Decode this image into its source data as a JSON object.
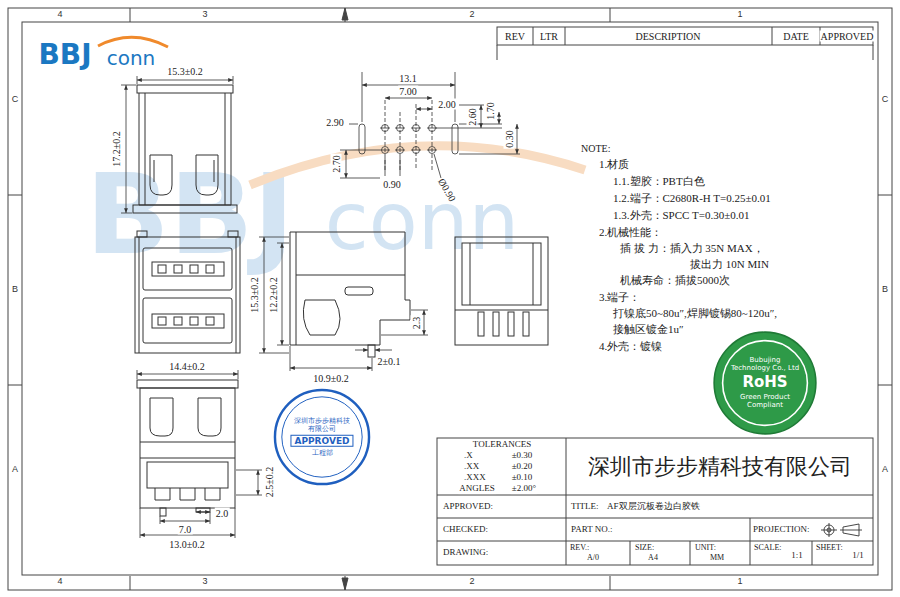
{
  "diagram": {
    "nodes": [
      {
        "text": [
          "深圳市步步精科技有限公司",
          "APPROVED",
          "工程部"
        ]
      },
      {
        "text": [
          "Bubujing Technology Co., Ltd",
          "RoHS",
          "Green Product Compliant"
        ]
      }
    ],
    "labels": [
      "4",
      "3",
      "2",
      "1",
      "4",
      "3",
      "2",
      "1",
      "C",
      "B",
      "A",
      "C",
      "B",
      "A",
      "REV",
      "LTR",
      "DESCRIPTION",
      "DATE",
      "APPROVED",
      "BBJ",
      "conn",
      "BBJ",
      "conn",
      "15.3±0.2",
      "17.2±0.2",
      "13.1",
      "7.00",
      "2.00",
      "2.90",
      "2.60",
      "1.70",
      "2.70",
      "0.90",
      "Ø0.90",
      "0.30",
      "15.3±0.2",
      "12.2±0.2",
      "2.3",
      "2±0.1",
      "10.9±0.2",
      "14.4±0.2",
      "2.5±0.2",
      "2.0",
      "7.0",
      "13.0±0.2",
      "NOTE:",
      "1.材质",
      "1.1.塑胶：PBT白色",
      "1.2.端子：C2680R-H T=0.25±0.01",
      "1.3.外壳：SPCC T=0.30±0.01",
      "2.机械性能：",
      "插 拔 力：插入力 35N MAX，",
      "拔出力 10N MIN",
      "机械寿命：插拔5000次",
      "3.端子：",
      "打镍底50~80u″,焊脚镀锡80~120u″,",
      "接触区镀金1u″",
      "4.外壳：镀镍",
      "TOLERANCES",
      ".X",
      "±0.30",
      ".XX",
      "±0.20",
      ".XXX",
      "±0.10",
      "ANGLES",
      "±2.00°",
      "深圳市步步精科技有限公司",
      "APPROVED:",
      "TITLE:",
      "AF双层沉板卷边白胶铁",
      "CHECKED:",
      "PART NO.:",
      "PROJECTION:",
      "DRAWING:",
      "REV.:",
      "A/0",
      "SIZE:",
      "A4",
      "UNIT:",
      "MM",
      "SCALE:",
      "1:1",
      "SHEET:",
      "1/1"
    ]
  }
}
